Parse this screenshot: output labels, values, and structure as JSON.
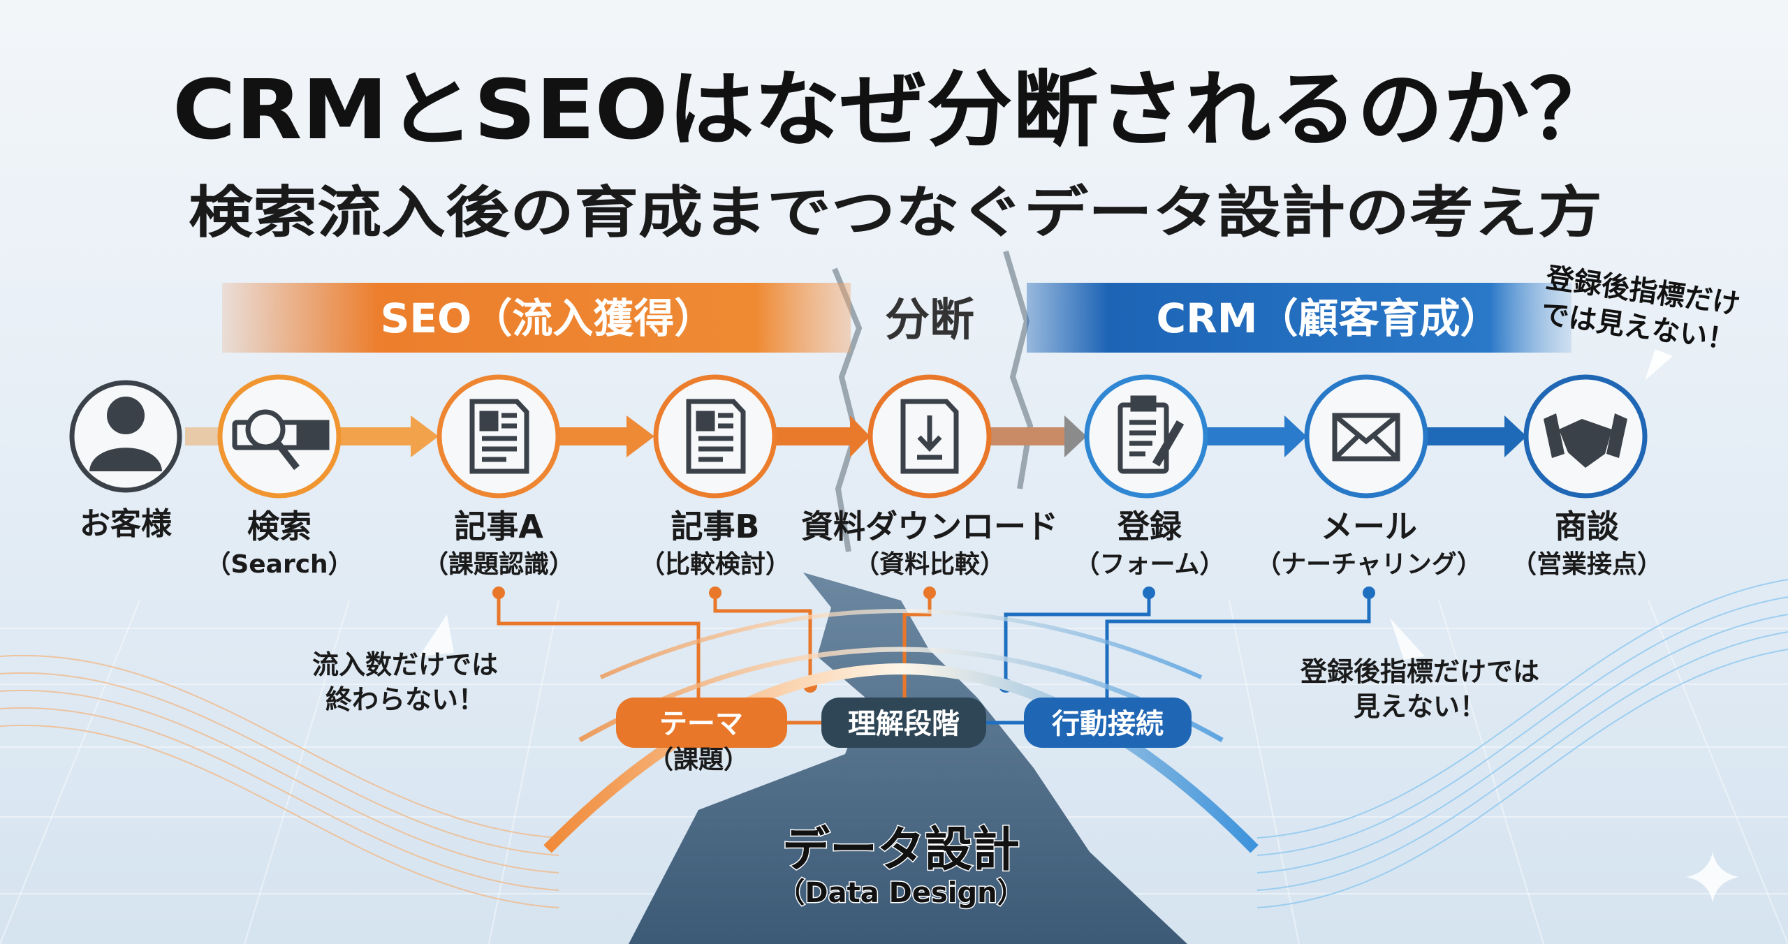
{
  "title": {
    "main": "CRMとSEOはなぜ分断されるのか？",
    "sub": "検索流入後の育成までつなぐデータ設計の考え方"
  },
  "bands": {
    "seo": "SEO（流入獲得）",
    "divide": "分断",
    "crm": "CRM（顧客育成）"
  },
  "steps": [
    {
      "label": "お客様",
      "sub": "",
      "icon": "person-icon"
    },
    {
      "label": "検索",
      "sub": "（Search）",
      "icon": "search-icon"
    },
    {
      "label": "記事A",
      "sub": "（課題認識）",
      "icon": "article-icon"
    },
    {
      "label": "記事B",
      "sub": "（比較検討）",
      "icon": "article-icon"
    },
    {
      "label": "資料ダウンロード",
      "sub": "（資料比較）",
      "icon": "download-icon"
    },
    {
      "label": "登録",
      "sub": "（フォーム）",
      "icon": "clipboard-icon"
    },
    {
      "label": "メール",
      "sub": "（ナーチャリング）",
      "icon": "mail-icon"
    },
    {
      "label": "商談",
      "sub": "（営業接点）",
      "icon": "handshake-icon"
    }
  ],
  "callouts": {
    "top_right": [
      "登録後指標だけ",
      "では見えない！"
    ],
    "left": [
      "流入数だけでは",
      "終わらない！"
    ],
    "right": [
      "登録後指標だけでは",
      "見えない！"
    ]
  },
  "pills": {
    "theme": "テーマ",
    "theme_sub": "（課題）",
    "stage": "理解段階",
    "action": "行動接続"
  },
  "center": {
    "label": "データ設計",
    "sub": "（Data Design）"
  },
  "colors": {
    "orange": "#e8772a",
    "blue": "#1f6fc0",
    "dark": "#3a4148",
    "slate": "#2f4656"
  }
}
